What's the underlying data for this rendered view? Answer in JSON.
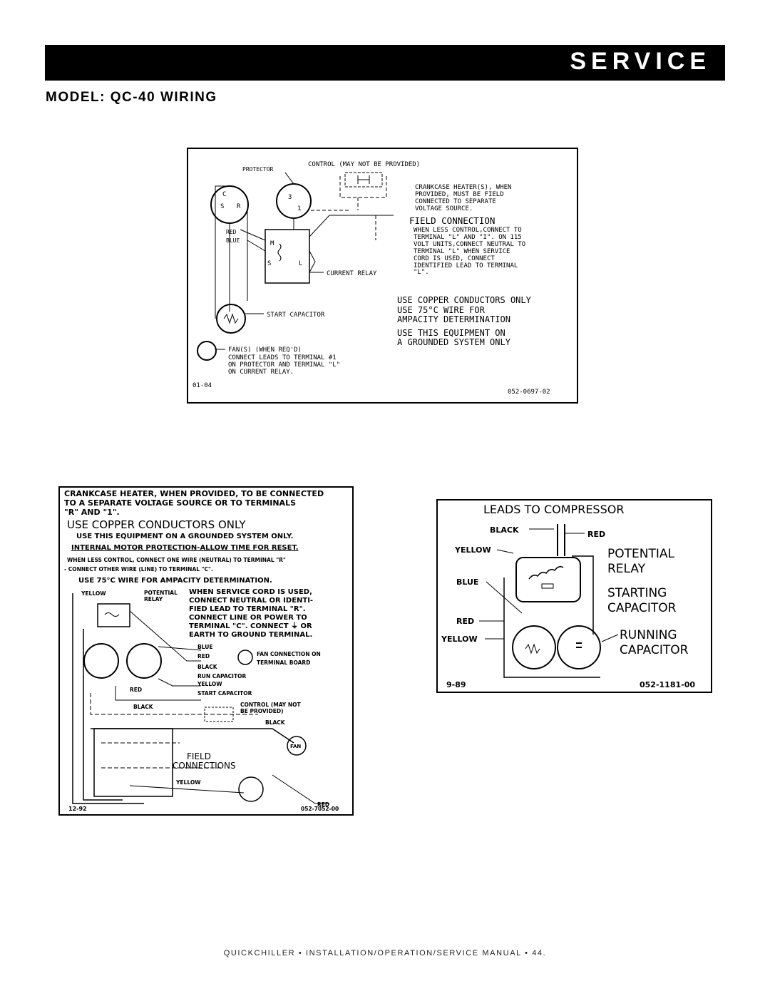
{
  "header": {
    "section_title": "SERVICE"
  },
  "page_title": "MODEL:  QC-40 WIRING",
  "diagram1": {
    "protector": "PROTECTOR",
    "control": "CONTROL (MAY NOT BE PROVIDED)",
    "crankcase_1": "CRANKCASE HEATER(S), WHEN",
    "crankcase_2": "PROVIDED, MUST BE FIELD",
    "crankcase_3": "CONNECTED TO SEPARATE",
    "crankcase_4": "VOLTAGE SOURCE.",
    "field_connection": "FIELD CONNECTION",
    "when_1": "WHEN LESS CONTROL,CONNECT TO",
    "when_2": "TERMINAL \"L\" AND \"I\". ON 115",
    "when_3": "VOLT UNITS,CONNECT NEUTRAL TO",
    "when_4": "TERMINAL \"L\" WHEN SERVICE",
    "when_5": "CORD IS USED, CONNECT",
    "when_6": "IDENTIFIED LEAD TO TERMINAL",
    "when_7": "\"L\".",
    "red": "RED",
    "blue": "BLUE",
    "current_relay": "CURRENT RELAY",
    "start_capacitor": "START CAPACITOR",
    "use_copper": "USE COPPER CONDUCTORS ONLY",
    "use_75_1": "USE 75°C WIRE FOR",
    "use_75_2": "AMPACITY DETERMINATION",
    "use_equip_1": "USE THIS EQUIPMENT ON",
    "use_equip_2": "A GROUNDED SYSTEM ONLY",
    "fan_1": "FAN(S) (WHEN REQ'D)",
    "fan_2": "CONNECT LEADS TO TERMINAL #1",
    "fan_3": "ON PROTECTOR AND TERMINAL \"L\"",
    "fan_4": "ON CURRENT RELAY.",
    "date": "01-04",
    "part_no": "052-0697-02",
    "t_c": "C",
    "t_s": "S",
    "t_r": "R",
    "t_3": "3",
    "t_1": "1",
    "t_m": "M",
    "t_ss": "S",
    "t_l": "L"
  },
  "diagram2": {
    "line_1": "CRANKCASE HEATER, WHEN PROVIDED, TO BE CONNECTED",
    "line_2": "TO A SEPARATE VOLTAGE SOURCE OR TO TERMINALS",
    "line_3": "\"R\" AND \"1\".",
    "use_copper": "USE COPPER CONDUCTORS ONLY",
    "use_equip": "USE THIS EQUIPMENT ON A GROUNDED SYSTEM ONLY.",
    "internal": "INTERNAL MOTOR PROTECTION-ALLOW TIME FOR RESET.",
    "when_less_1": "WHEN LESS CONTROL, CONNECT ONE WIRE (NEUTRAL) TO TERMINAL \"R\"",
    "when_less_2": "- CONNECT OTHER WIRE (LINE) TO TERMINAL \"C\".",
    "use_75": "USE 75°C WIRE FOR AMPACITY DETERMINATION.",
    "yellow": "YELLOW",
    "potential_relay_1": "POTENTIAL",
    "potential_relay_2": "RELAY",
    "service_1": "WHEN SERVICE CORD IS USED,",
    "service_2": "CONNECT NEUTRAL OR IDENTI-",
    "service_3": "FIED LEAD TO TERMINAL \"R\".",
    "service_4": "CONNECT LINE OR POWER TO",
    "service_5": "TERMINAL \"C\". CONNECT ⏚ OR",
    "service_6": "EARTH TO GROUND TERMINAL.",
    "blue": "BLUE",
    "red": "RED",
    "black": "BLACK",
    "run_capacitor": "RUN CAPACITOR",
    "yellow2": "YELLOW",
    "start_capacitor": "START CAPACITOR",
    "fan_conn_1": "FAN CONNECTION ON",
    "fan_conn_2": "TERMINAL BOARD",
    "red2": "RED",
    "black2": "BLACK",
    "control_1": "CONTROL (MAY NOT",
    "control_2": "BE PROVIDED)",
    "black3": "BLACK",
    "field_1": "FIELD",
    "field_2": "CONNECTIONS",
    "fan": "FAN",
    "yellow3": "YELLOW",
    "red3": "RED",
    "date": "12-92",
    "part_no": "052-7052-00"
  },
  "diagram3": {
    "title": "LEADS TO COMPRESSOR",
    "black": "BLACK",
    "red": "RED",
    "yellow": "YELLOW",
    "potential_1": "POTENTIAL",
    "potential_2": "RELAY",
    "blue": "BLUE",
    "starting_1": "STARTING",
    "starting_2": "CAPACITOR",
    "red2": "RED",
    "yellow2": "YELLOW",
    "running_1": "RUNNING",
    "running_2": "CAPACITOR",
    "date": "9-89",
    "part_no": "052-1181-00"
  },
  "footer": {
    "text": "QUICKCHILLER • INSTALLATION/OPERATION/SERVICE MANUAL • 44."
  }
}
